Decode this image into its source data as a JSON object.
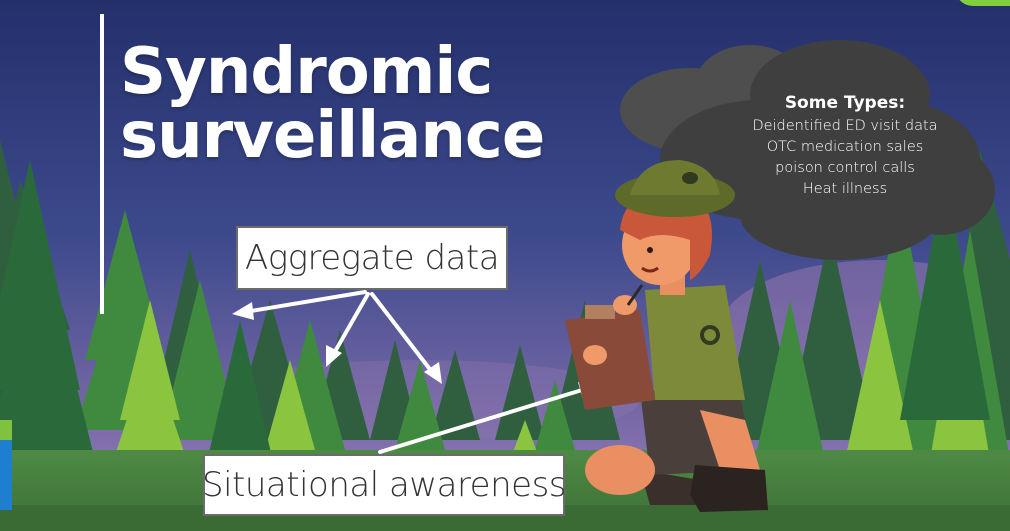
{
  "title": {
    "line1": "Syndromic",
    "line2": "surveillance"
  },
  "labels": {
    "aggregate": "Aggregate data",
    "situational": "Situational awareness"
  },
  "types": {
    "heading": "Some Types:",
    "items": [
      "Deidentified ED visit data",
      "OTC medication sales",
      "poison control calls",
      "Heat illness"
    ]
  },
  "colors": {
    "sky_top": "#2c3a7a",
    "sky_bottom": "#7a6aa8",
    "ground": "#3f7a3a",
    "tree_dark": "#2f6b3a",
    "tree_light": "#8bc43f",
    "cloud": "#4a4a4a",
    "ranger_shirt": "#7d8a3a",
    "ranger_hair": "#c9573a",
    "accent_blue": "#1e7fd1"
  }
}
